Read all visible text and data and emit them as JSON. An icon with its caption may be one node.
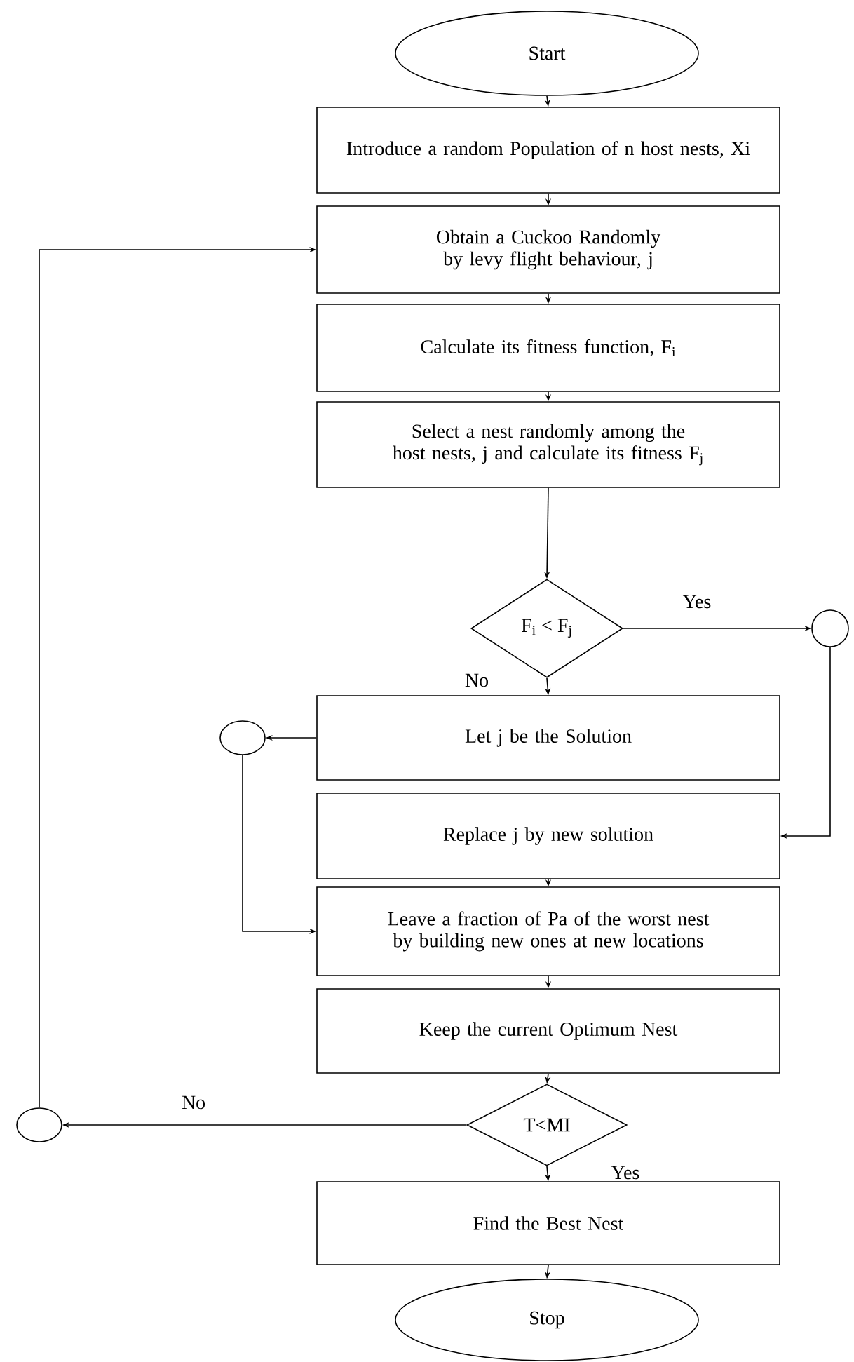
{
  "diagram": {
    "nodes": [
      {
        "text": [
          "Start"
        ]
      },
      {
        "text": [
          "Introduce a random Population of n host nests, Xi"
        ]
      },
      {
        "text": [
          "Obtain a Cuckoo Randomly by levy flight behaviour, j"
        ]
      },
      {
        "text": [
          "Calculate its fitness function, F$_{i}$"
        ]
      },
      {
        "text": [
          "Select a nest randomly among the host nests, j and calculate its fitness F$_{j}$"
        ]
      },
      {
        "text": [
          "F$_{i}$ < F$_{j}$"
        ]
      },
      {
        "text": [],
        "shape": "circle"
      },
      {
        "text": [
          "Let j be the Solution"
        ]
      },
      {
        "text": [],
        "shape": "circle"
      },
      {
        "text": [
          "Replace j by new solution"
        ]
      },
      {
        "text": [
          "Leave a fraction of Pa of the worst nest by building new ones at new locations"
        ]
      },
      {
        "text": [
          "Keep the current Optimum Nest"
        ]
      },
      {
        "text": [
          "T<MI"
        ]
      },
      {
        "text": [],
        "shape": "circle"
      },
      {
        "text": [
          "Find the Best Nest"
        ]
      },
      {
        "text": [
          "Stop"
        ]
      }
    ],
    "edges": [
      {
        "from": 0,
        "to": 1,
        "arrow": "to"
      },
      {
        "from": 1,
        "to": 2,
        "arrow": "to"
      },
      {
        "from": 2,
        "to": 3,
        "arrow": "to"
      },
      {
        "from": 3,
        "to": 4,
        "arrow": "to"
      },
      {
        "from": 4,
        "to": 5,
        "arrow": "to"
      },
      {
        "from": 5,
        "to": 6,
        "arrow": "to",
        "label": "Yes"
      },
      {
        "from": 5,
        "to": 7,
        "arrow": "to",
        "label": "No"
      },
      {
        "from": 6,
        "to": 9,
        "arrow": "to"
      },
      {
        "from": 7,
        "to": 8,
        "arrow": "to"
      },
      {
        "from": 8,
        "to": 10,
        "arrow": "to"
      },
      {
        "from": 9,
        "to": 10,
        "arrow": "to"
      },
      {
        "from": 10,
        "to": 11,
        "arrow": "to"
      },
      {
        "from": 11,
        "to": 12,
        "arrow": "to"
      },
      {
        "from": 12,
        "to": 13,
        "arrow": "to",
        "label": "No"
      },
      {
        "from": 13,
        "to": 2,
        "arrow": "to"
      },
      {
        "from": 12,
        "to": 14,
        "arrow": "to",
        "label": "Yes"
      },
      {
        "from": 14,
        "to": 15,
        "arrow": "to"
      }
    ]
  }
}
